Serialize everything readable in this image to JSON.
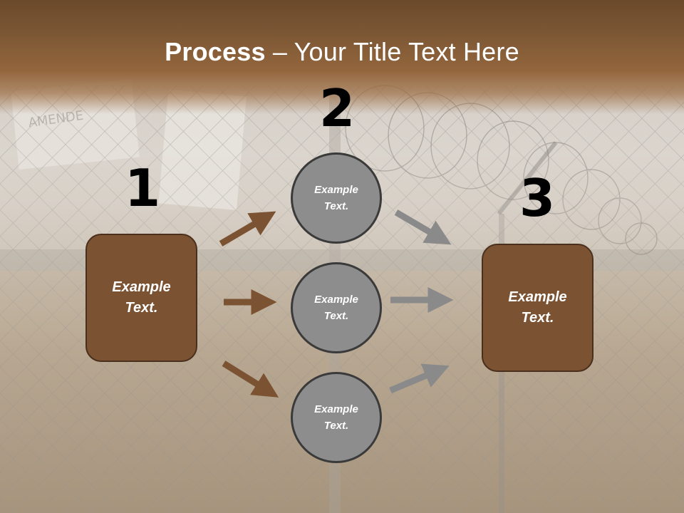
{
  "title": {
    "bold": "Process",
    "rest": " – Your Title Text Here"
  },
  "steps": {
    "one": "1",
    "two": "2",
    "three": "3"
  },
  "left_box": {
    "line1": "Example",
    "line2": "Text."
  },
  "right_box": {
    "line1": "Example",
    "line2": "Text."
  },
  "circles": [
    {
      "line1": "Example",
      "line2": "Text."
    },
    {
      "line1": "Example",
      "line2": "Text."
    },
    {
      "line1": "Example",
      "line2": "Text."
    }
  ],
  "colors": {
    "brown_box": "#7b5232",
    "brown_arrow": "#7b5232",
    "gray_circle": "#8d8d8d",
    "gray_arrow": "#8a8a8a"
  }
}
